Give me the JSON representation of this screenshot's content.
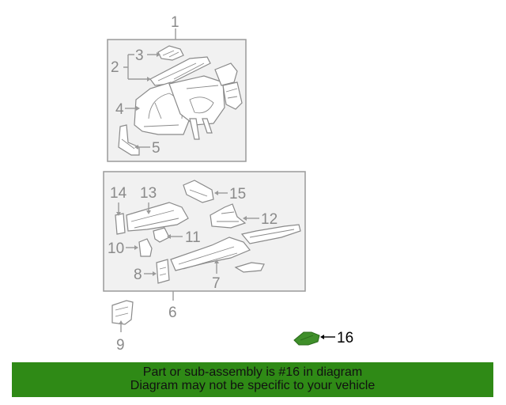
{
  "diagram": {
    "callouts": [
      {
        "id": "1",
        "label": "1"
      },
      {
        "id": "2",
        "label": "2"
      },
      {
        "id": "3",
        "label": "3"
      },
      {
        "id": "4",
        "label": "4"
      },
      {
        "id": "5",
        "label": "5"
      },
      {
        "id": "6",
        "label": "6"
      },
      {
        "id": "7",
        "label": "7"
      },
      {
        "id": "8",
        "label": "8"
      },
      {
        "id": "9",
        "label": "9"
      },
      {
        "id": "10",
        "label": "10"
      },
      {
        "id": "11",
        "label": "11"
      },
      {
        "id": "12",
        "label": "12"
      },
      {
        "id": "13",
        "label": "13"
      },
      {
        "id": "14",
        "label": "14"
      },
      {
        "id": "15",
        "label": "15"
      },
      {
        "id": "16",
        "label": "16"
      }
    ],
    "highlighted_part": "16",
    "highlight_color": "#3f8f2a"
  },
  "banner": {
    "line1": "Part or sub-assembly is #16 in diagram",
    "line2": "Diagram may not be specific to your vehicle",
    "background": "#2f8a16"
  }
}
